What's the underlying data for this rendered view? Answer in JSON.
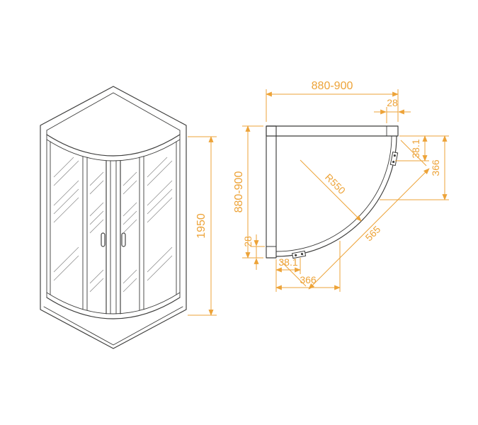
{
  "colors": {
    "line": "#3C3C3B",
    "dimension": "#EDA338",
    "background": "#FFFFFF"
  },
  "front_view": {
    "height_dim": "1950"
  },
  "plan_view": {
    "width_dim": "880-900",
    "top_profile_dim": "28",
    "right_wall_offset_dim": "38.1",
    "right_door_width_dim": "366",
    "depth_dim": "880-900",
    "left_profile_dim": "28",
    "radius_dim": "R550",
    "entry_width_dim": "565",
    "bottom_wall_offset_dim": "38.1",
    "bottom_door_width_dim": "366"
  }
}
